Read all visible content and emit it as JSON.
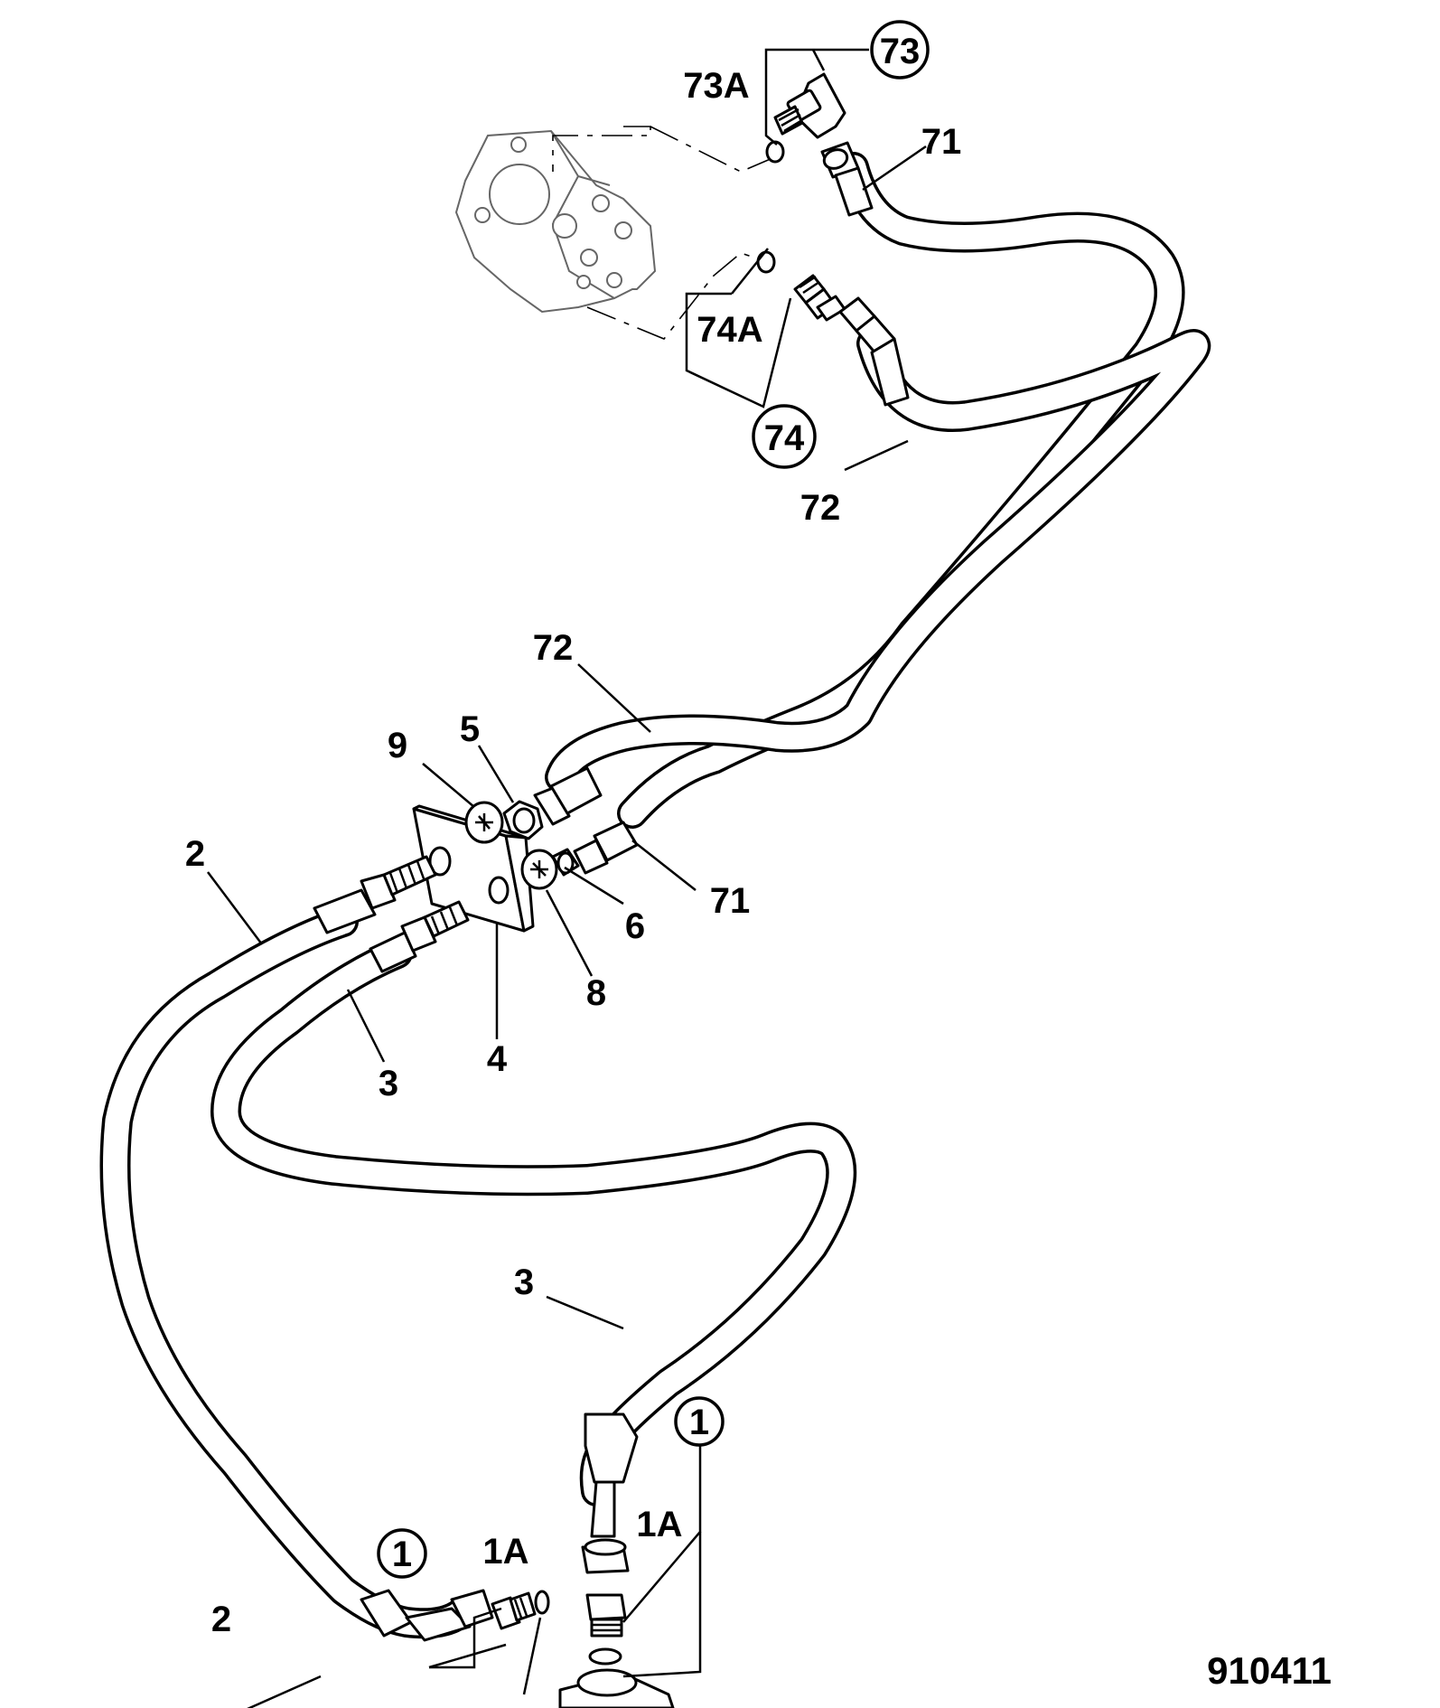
{
  "callouts": {
    "c73": "73",
    "c73a": "73A",
    "c71_top": "71",
    "c74a": "74A",
    "c74": "74",
    "c72_top": "72",
    "c72_mid": "72",
    "c9": "9",
    "c5": "5",
    "c2_top": "2",
    "c71_mid": "71",
    "c6": "6",
    "c8": "8",
    "c3_upper": "3",
    "c4": "4",
    "c3_lower": "3",
    "c1_right": "1",
    "c1a_right": "1A",
    "c1_left": "1",
    "c1a_left": "1A",
    "c2_bottom": "2"
  },
  "figure_number": "910411"
}
